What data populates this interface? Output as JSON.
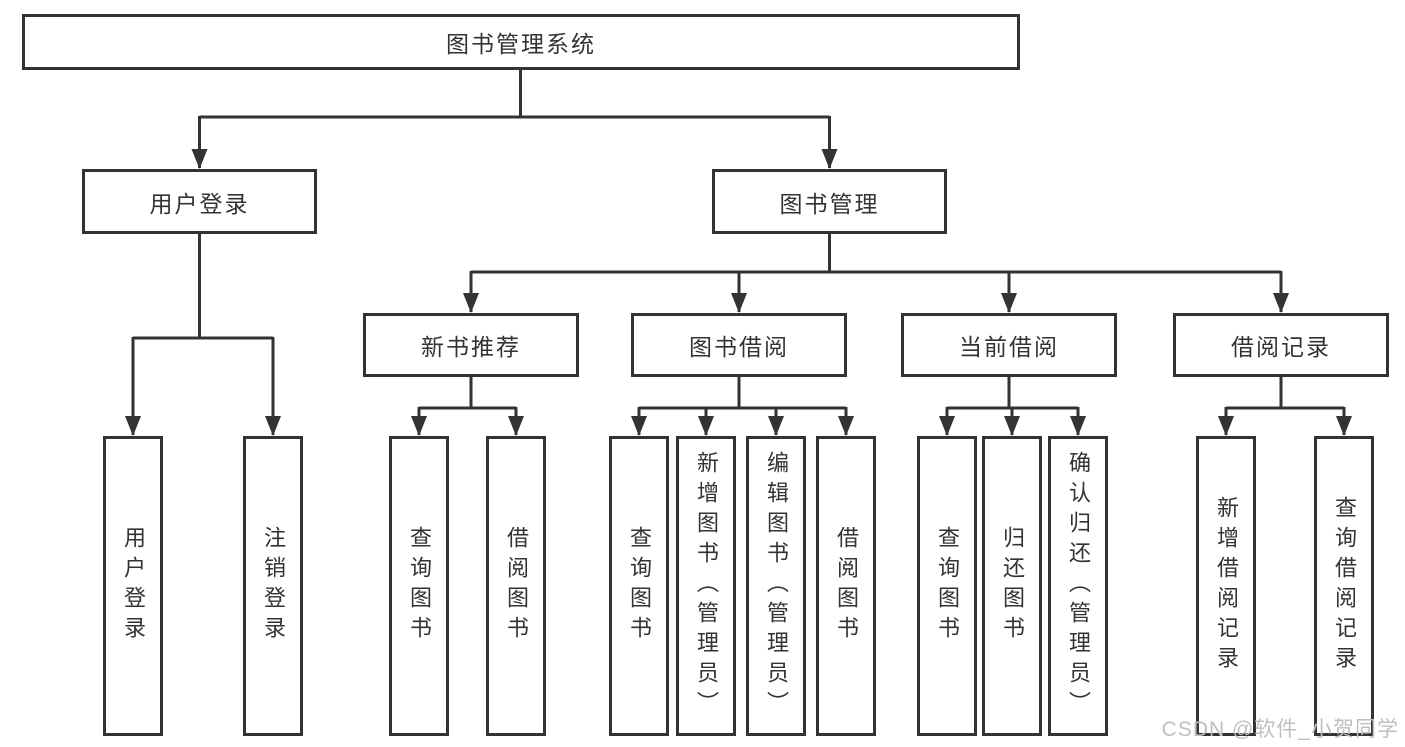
{
  "diagram": {
    "type": "hierarchy-tree",
    "colors": {
      "line": "#333333",
      "box_border": "#333333",
      "text": "#333333",
      "background": "#ffffff",
      "watermark": "#bfbfbf"
    },
    "watermark": "CSDN @软件_小贺同学",
    "tree": {
      "label": "图书管理系统",
      "children": [
        {
          "label": "用户登录",
          "children": [
            {
              "label": "用户登录"
            },
            {
              "label": "注销登录"
            }
          ]
        },
        {
          "label": "图书管理",
          "children": [
            {
              "label": "新书推荐",
              "children": [
                {
                  "label": "查询图书"
                },
                {
                  "label": "借阅图书"
                }
              ]
            },
            {
              "label": "图书借阅",
              "children": [
                {
                  "label": "查询图书"
                },
                {
                  "label": "新增图书（管理员）"
                },
                {
                  "label": "编辑图书（管理员）"
                },
                {
                  "label": "借阅图书"
                }
              ]
            },
            {
              "label": "当前借阅",
              "children": [
                {
                  "label": "查询图书"
                },
                {
                  "label": "归还图书"
                },
                {
                  "label": "确认归还（管理员）"
                }
              ]
            },
            {
              "label": "借阅记录",
              "children": [
                {
                  "label": "新增借阅记录"
                },
                {
                  "label": "查询借阅记录"
                }
              ]
            }
          ]
        }
      ]
    }
  }
}
